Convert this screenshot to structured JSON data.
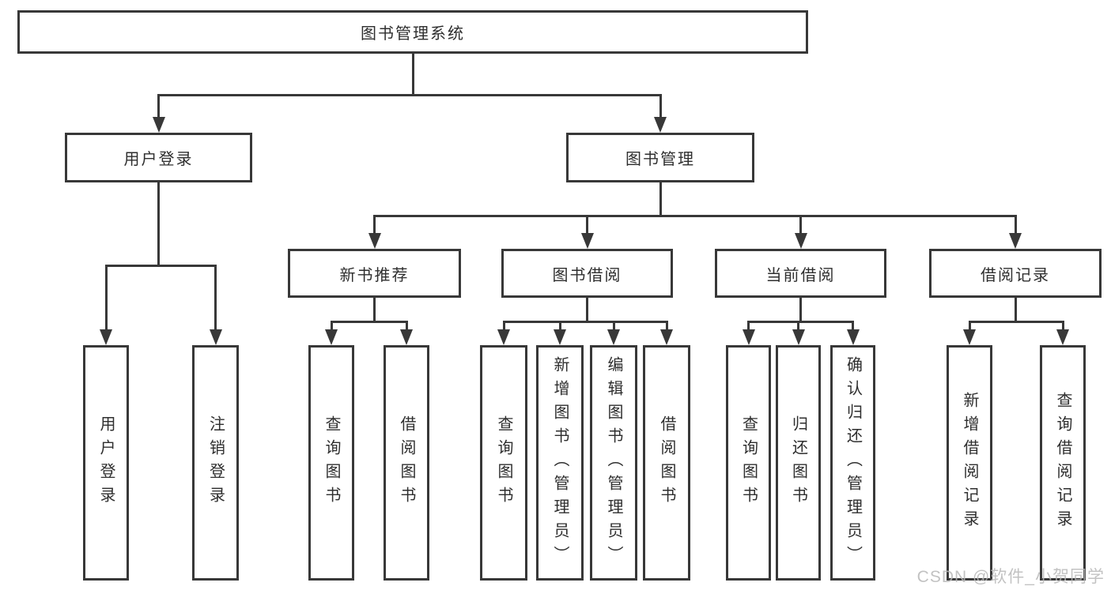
{
  "diagram": {
    "title": "图书管理系统",
    "nodes": [
      {
        "id": "root",
        "label": "图书管理系统",
        "parent": null,
        "orientation": "horizontal"
      },
      {
        "id": "user-login",
        "label": "用户登录",
        "parent": "root",
        "orientation": "horizontal"
      },
      {
        "id": "book-mgmt",
        "label": "图书管理",
        "parent": "root",
        "orientation": "horizontal"
      },
      {
        "id": "new-book-rec",
        "label": "新书推荐",
        "parent": "book-mgmt",
        "orientation": "horizontal"
      },
      {
        "id": "book-borrow",
        "label": "图书借阅",
        "parent": "book-mgmt",
        "orientation": "horizontal"
      },
      {
        "id": "current-borrow",
        "label": "当前借阅",
        "parent": "book-mgmt",
        "orientation": "horizontal"
      },
      {
        "id": "borrow-records",
        "label": "借阅记录",
        "parent": "book-mgmt",
        "orientation": "horizontal"
      },
      {
        "id": "leaf-user-login",
        "label": "用户登录",
        "parent": "user-login",
        "orientation": "vertical"
      },
      {
        "id": "leaf-logout",
        "label": "注销登录",
        "parent": "user-login",
        "orientation": "vertical"
      },
      {
        "id": "leaf-query-book-1",
        "label": "查询图书",
        "parent": "new-book-rec",
        "orientation": "vertical"
      },
      {
        "id": "leaf-borrow-book-1",
        "label": "借阅图书",
        "parent": "new-book-rec",
        "orientation": "vertical"
      },
      {
        "id": "leaf-query-book-2",
        "label": "查询图书",
        "parent": "book-borrow",
        "orientation": "vertical"
      },
      {
        "id": "leaf-add-book",
        "label": "新增图书（管理员）",
        "parent": "book-borrow",
        "orientation": "vertical"
      },
      {
        "id": "leaf-edit-book",
        "label": "编辑图书（管理员）",
        "parent": "book-borrow",
        "orientation": "vertical"
      },
      {
        "id": "leaf-borrow-book-2",
        "label": "借阅图书",
        "parent": "book-borrow",
        "orientation": "vertical"
      },
      {
        "id": "leaf-query-book-3",
        "label": "查询图书",
        "parent": "current-borrow",
        "orientation": "vertical"
      },
      {
        "id": "leaf-return-book",
        "label": "归还图书",
        "parent": "current-borrow",
        "orientation": "vertical"
      },
      {
        "id": "leaf-confirm-return",
        "label": "确认归还（管理员）",
        "parent": "current-borrow",
        "orientation": "vertical"
      },
      {
        "id": "leaf-add-borrow-record",
        "label": "新增借阅记录",
        "parent": "borrow-records",
        "orientation": "vertical"
      },
      {
        "id": "leaf-query-borrow-record",
        "label": "查询借阅记录",
        "parent": "borrow-records",
        "orientation": "vertical"
      }
    ]
  },
  "watermark": {
    "text": "CSDN @软件_小贺同学",
    "color": "#b8b8b8"
  },
  "colors": {
    "line": "#383838",
    "box_fill": "#ffffff",
    "text": "#2e2e2e",
    "background": "#ffffff"
  }
}
